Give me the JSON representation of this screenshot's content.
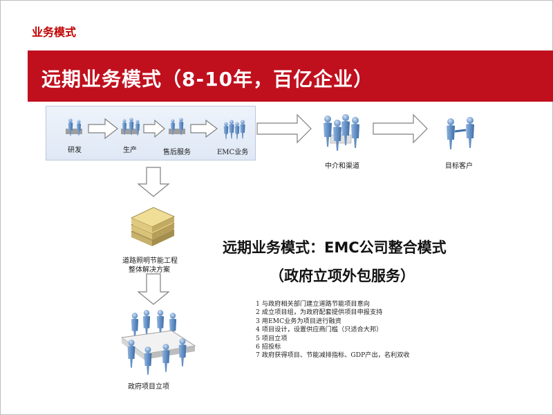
{
  "header": {
    "tag": "业务模式",
    "banner_title": "远期业务模式（8-10年，百亿企业）"
  },
  "flow": {
    "labels": {
      "rd": "研发",
      "production": "生产",
      "after_sales": "售后服务",
      "emc_business": "EMC业务",
      "intermediary": "中介和渠道",
      "target_customer": "目标客户",
      "solution_line1": "道路照明节能工程",
      "solution_line2": "整体解决方案",
      "gov_project": "政府项目立项"
    }
  },
  "model": {
    "title_line1": "远期业务模式：EMC公司整合模式",
    "title_line2": "（政府立项外包服务）",
    "steps": [
      "1 与政府相关部门建立道路节能项目意向",
      "2 成立项目组，为政府配套提供项目申报支持",
      "3 用EMC业务为项目进行融资",
      "4 项目设计，设置供应商门槛（只适合大邦）",
      "5 项目立项",
      "6 招投标",
      "7 政府获得项目、节能减排指标、GDP产出，名利双收"
    ]
  },
  "colors": {
    "banner": "#c0101e",
    "tag": "#c00000",
    "person": "#4f81bd",
    "arrow_fill": "#ffffff",
    "arrow_stroke": "#7f7f7f"
  }
}
